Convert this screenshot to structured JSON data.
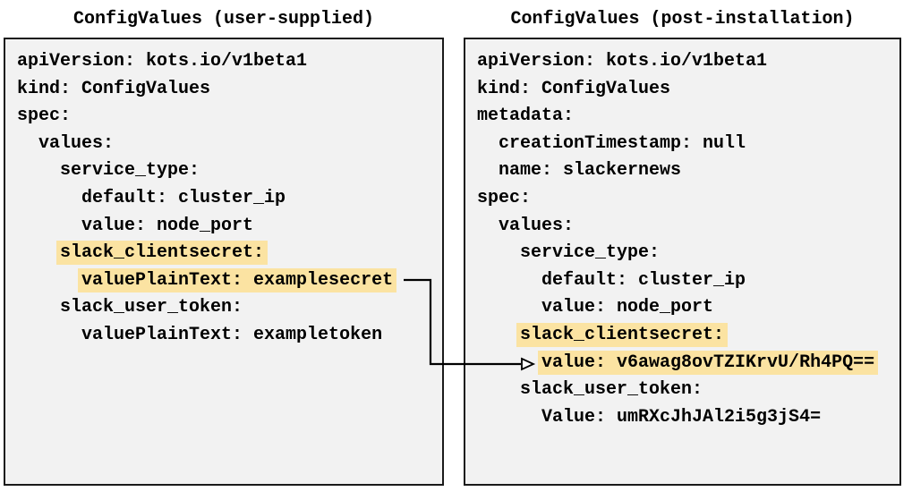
{
  "diagram": {
    "left_panel": {
      "title": "ConfigValues (user-supplied)",
      "lines": [
        {
          "text": "apiVersion: kots.io/v1beta1",
          "highlight": false
        },
        {
          "text": "kind: ConfigValues",
          "highlight": false
        },
        {
          "text": "spec:",
          "highlight": false
        },
        {
          "text": "  values:",
          "highlight": false
        },
        {
          "text": "    service_type:",
          "highlight": false
        },
        {
          "text": "      default: cluster_ip",
          "highlight": false
        },
        {
          "text": "      value: node_port",
          "highlight": false
        },
        {
          "text": "    slack_clientsecret:",
          "highlight": true
        },
        {
          "text": "      valuePlainText: examplesecret",
          "highlight": true
        },
        {
          "text": "    slack_user_token:",
          "highlight": false
        },
        {
          "text": "      valuePlainText: exampletoken",
          "highlight": false
        }
      ]
    },
    "right_panel": {
      "title": "ConfigValues (post-installation)",
      "lines": [
        {
          "text": "apiVersion: kots.io/v1beta1",
          "highlight": false
        },
        {
          "text": "kind: ConfigValues",
          "highlight": false
        },
        {
          "text": "metadata:",
          "highlight": false
        },
        {
          "text": "  creationTimestamp: null",
          "highlight": false
        },
        {
          "text": "  name: slackernews",
          "highlight": false
        },
        {
          "text": "spec:",
          "highlight": false
        },
        {
          "text": "  values:",
          "highlight": false
        },
        {
          "text": "    service_type:",
          "highlight": false
        },
        {
          "text": "      default: cluster_ip",
          "highlight": false
        },
        {
          "text": "      value: node_port",
          "highlight": false
        },
        {
          "text": "    slack_clientsecret:",
          "highlight": true
        },
        {
          "text": "      value: v6awag8ovTZIKrvU/Rh4PQ==",
          "highlight": true
        },
        {
          "text": "    slack_user_token:",
          "highlight": false
        },
        {
          "text": "      Value: umRXcJhJAl2i5g3jS4=",
          "highlight": false
        }
      ]
    },
    "arrow": {
      "from": "valuePlainText: examplesecret",
      "to": "value: v6awag8ovTZIKrvU/Rh4PQ=="
    },
    "colors": {
      "highlight": "#fbe3a2",
      "panel_bg": "#f2f2f2",
      "border": "#1a1a1a",
      "text": "#000000"
    }
  }
}
